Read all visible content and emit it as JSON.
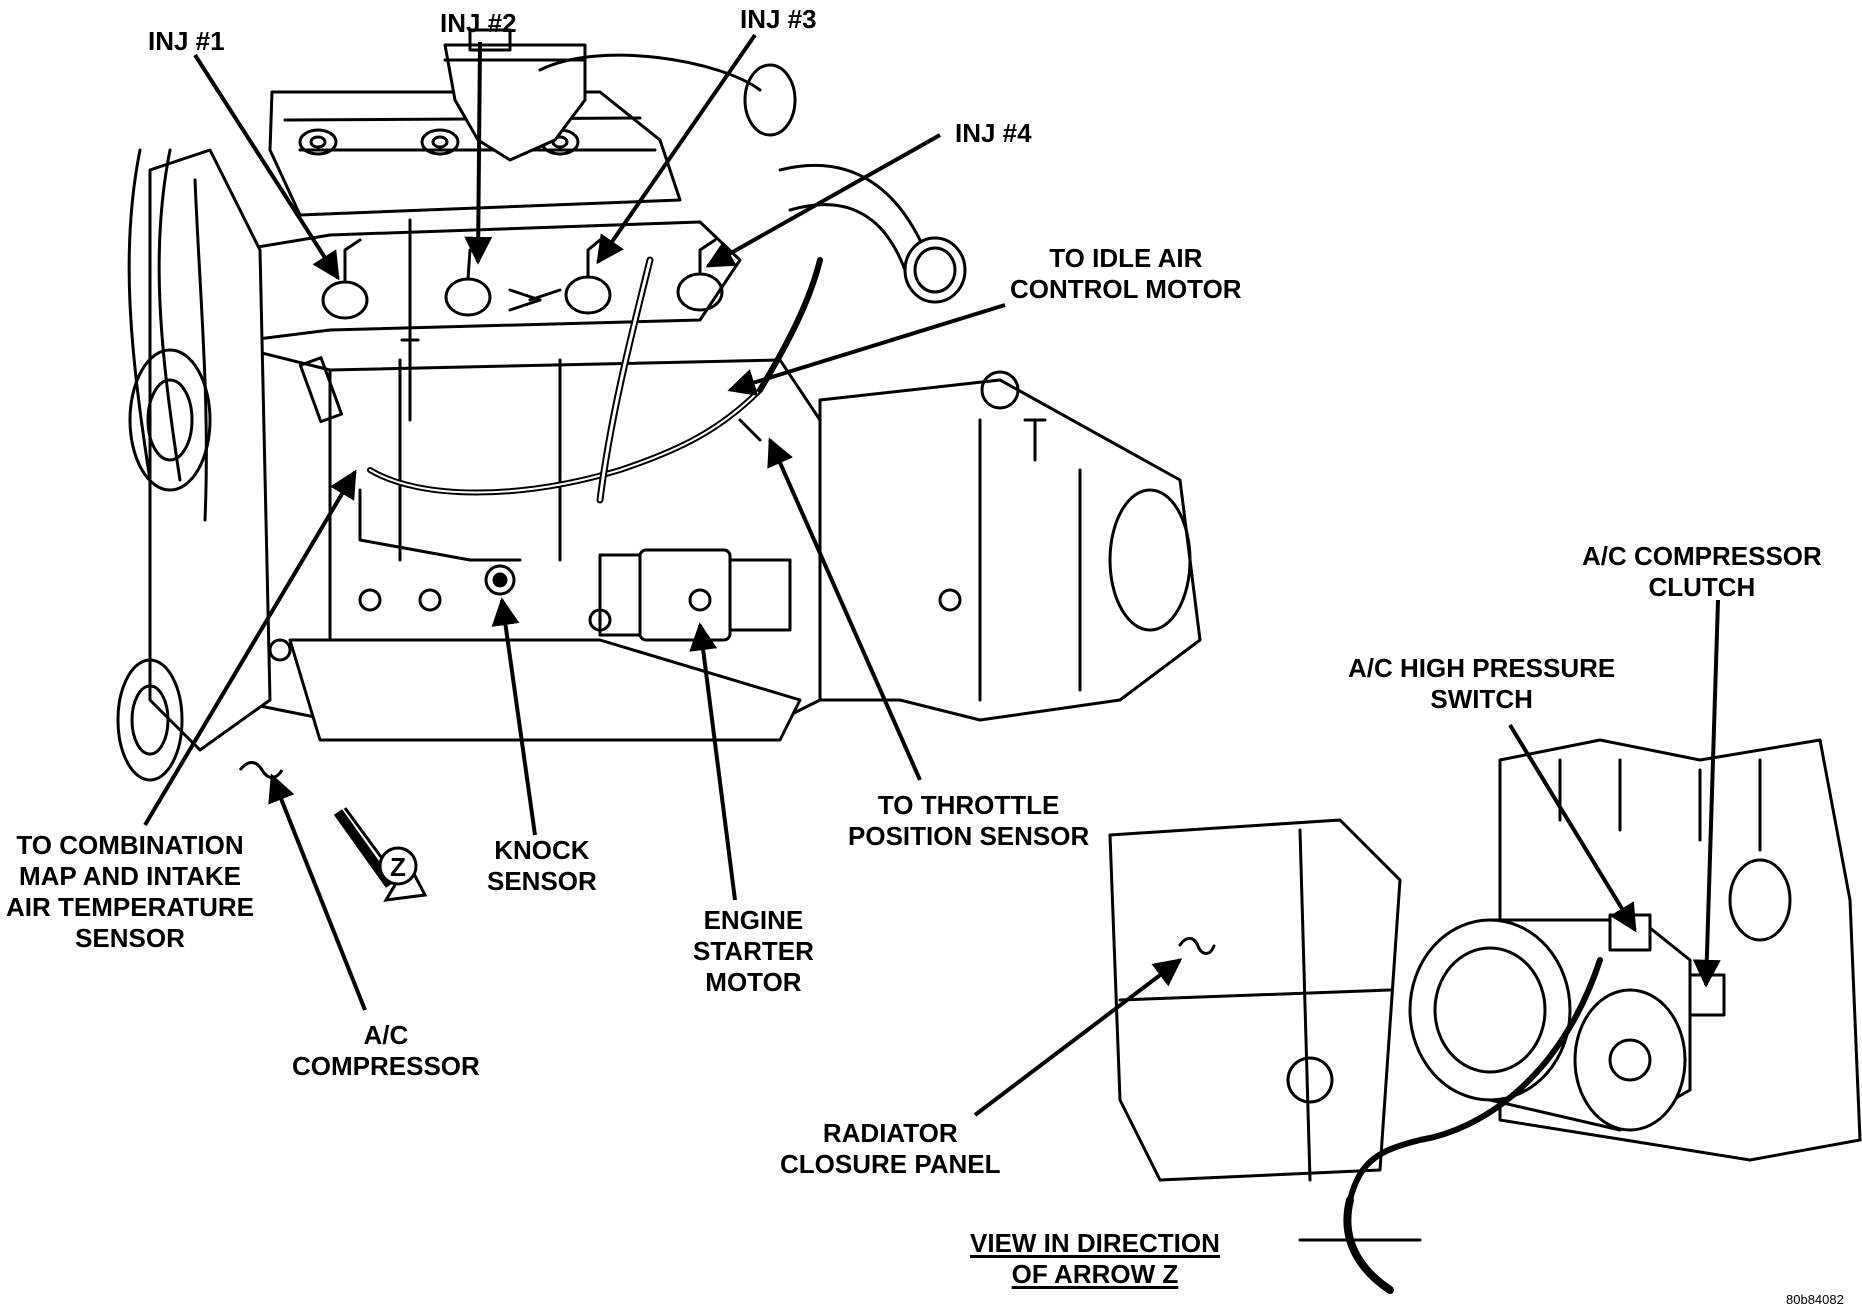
{
  "labels": {
    "inj1": "INJ #1",
    "inj2": "INJ #2",
    "inj3": "INJ #3",
    "inj4": "INJ #4",
    "idle_air": [
      "TO IDLE AIR",
      "CONTROL MOTOR"
    ],
    "map_sensor": [
      "TO COMBINATION",
      "MAP AND INTAKE",
      "AIR TEMPERATURE",
      "SENSOR"
    ],
    "knock": [
      "KNOCK",
      "SENSOR"
    ],
    "starter": [
      "ENGINE",
      "STARTER",
      "MOTOR"
    ],
    "throttle": [
      "TO THROTTLE",
      "POSITION SENSOR"
    ],
    "ac_compressor": [
      "A/C",
      "COMPRESSOR"
    ],
    "ac_clutch": [
      "A/C COMPRESSOR",
      "CLUTCH"
    ],
    "ac_switch": [
      "A/C HIGH PRESSURE",
      "SWITCH"
    ],
    "radiator_panel": [
      "RADIATOR",
      "CLOSURE PANEL"
    ],
    "view_caption": [
      "VIEW IN DIRECTION",
      "OF ARROW Z"
    ],
    "arrow_letter": "Z",
    "figure_code": "80b84082"
  }
}
